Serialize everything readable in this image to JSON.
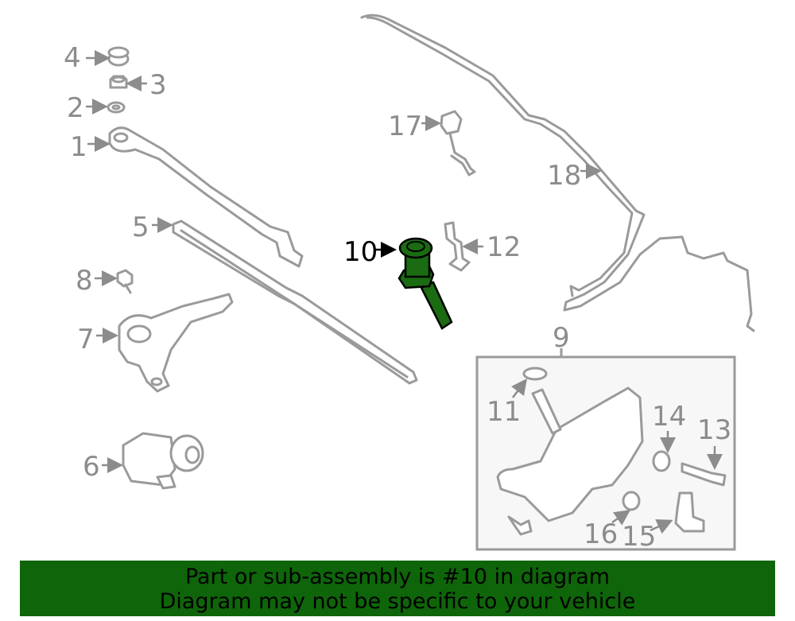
{
  "diagram": {
    "highlighted_part": "10",
    "highlight_color": "#1a6b12",
    "callouts": [
      "1",
      "2",
      "3",
      "4",
      "5",
      "6",
      "7",
      "8",
      "9",
      "10",
      "11",
      "12",
      "13",
      "14",
      "15",
      "16",
      "17",
      "18"
    ]
  },
  "banner": {
    "line1": "Part or sub-assembly is #10 in diagram",
    "line2": "Diagram may not be specific to your vehicle",
    "color": "#0f650a"
  }
}
